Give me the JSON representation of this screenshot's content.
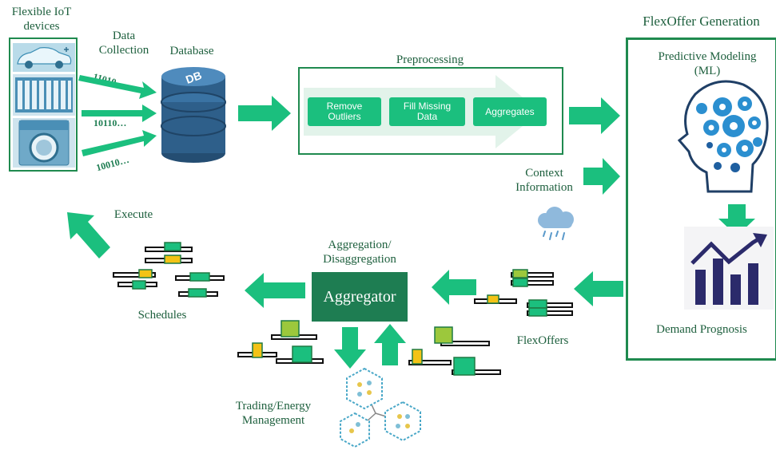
{
  "labels": {
    "iot_devices": "Flexible IoT\ndevices",
    "data_collection": "Data\nCollection",
    "database": "Database",
    "db_icon_text": "DB",
    "bits_1": "11010…",
    "bits_2": "10110…",
    "bits_3": "10010…",
    "preprocessing": "Preprocessing",
    "flexoffer_generation": "FlexOffer Generation",
    "predictive_modeling": "Predictive Modeling\n(ML)",
    "context_information": "Context\nInformation",
    "demand_prognosis": "Demand Prognosis",
    "flexoffers": "FlexOffers",
    "aggregation": "Aggregation/\nDisaggregation",
    "aggregator": "Aggregator",
    "trading": "Trading/Energy\nManagement",
    "schedules": "Schedules",
    "execute": "Execute"
  },
  "preprocessing_steps": [
    "Remove\nOutliers",
    "Fill Missing\nData",
    "Aggregates"
  ],
  "colors": {
    "accent_green": "#1bbf7e",
    "dark_green": "#1e7d52",
    "border_green": "#1f8a4f",
    "text_green": "#1d5f3d",
    "db_blue": "#2e5f8a",
    "yellow": "#f3c316",
    "light_green_block": "#9cc83c",
    "navy": "#2b2a6b"
  },
  "icons": [
    "car-icon",
    "building-icon",
    "washing-machine-icon",
    "database-icon",
    "brain-gears-icon",
    "cloud-rain-icon",
    "bar-chart-icon",
    "hexagon-network-icon"
  ]
}
